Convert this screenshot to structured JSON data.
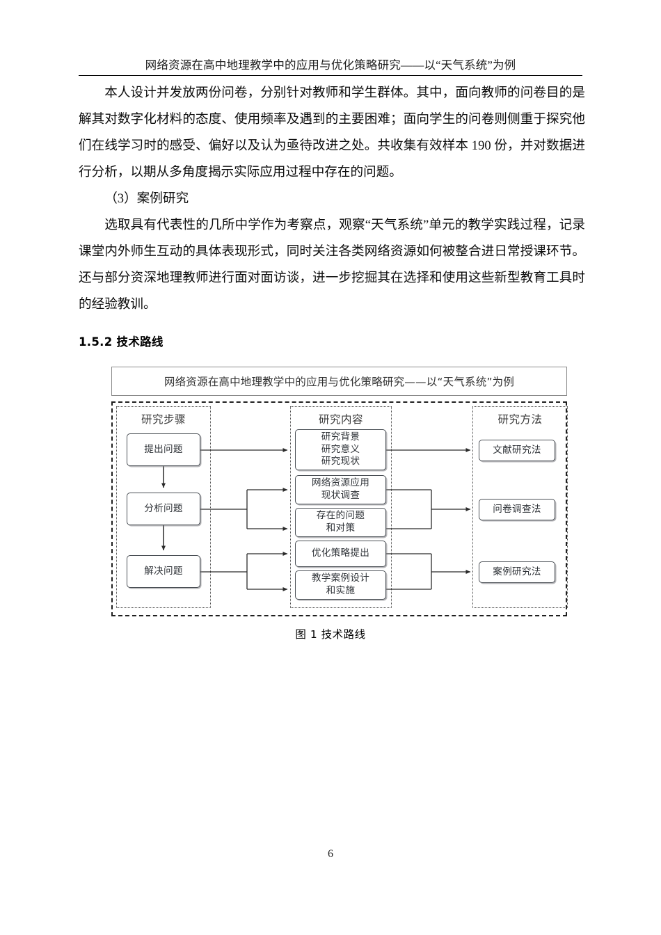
{
  "header": {
    "running_title": "网络资源在高中地理教学中的应用与优化策略研究——以“天气系统”为例"
  },
  "body": {
    "paragraphs": [
      "本人设计并发放两份问卷，分别针对教师和学生群体。其中，面向教师的问卷目的是解其对数字化材料的态度、使用频率及遇到的主要困难；面向学生的问卷则侧重于探究他们在线学习时的感受、偏好以及认为亟待改进之处。共收集有效样本 190 份，并对数据进行分析，以期从多角度揭示实际应用过程中存在的问题。",
      "（3）案例研究",
      "选取具有代表性的几所中学作为考察点，观察“天气系统”单元的教学实践过程，记录课堂内外师生互动的具体表现形式，同时关注各类网络资源如何被整合进日常授课环节。还与部分资深地理教师进行面对面访谈，进一步挖掘其在选择和使用这些新型教育工具时的经验教训。"
    ]
  },
  "section": {
    "heading": "1.5.2 技术路线"
  },
  "figure": {
    "title": "网络资源在高中地理教学中的应用与优化策略研究——以“天气系统”为例",
    "caption": "图 1  技术路线",
    "columns": [
      {
        "label": "研究步骤"
      },
      {
        "label": "研究内容"
      },
      {
        "label": "研究方法"
      }
    ],
    "steps": [
      {
        "label": "提出问题"
      },
      {
        "label": "分析问题"
      },
      {
        "label": "解决问题"
      }
    ],
    "contents": [
      {
        "lines": [
          "研究背景",
          "研究意义",
          "研究现状"
        ]
      },
      {
        "lines": [
          "网络资源应用",
          "现状调查"
        ]
      },
      {
        "lines": [
          "存在的问题",
          "和对策"
        ]
      },
      {
        "lines": [
          "优化策略提出"
        ]
      },
      {
        "lines": [
          "教学案例设计",
          "和实施"
        ]
      }
    ],
    "methods": [
      {
        "label": "文献研究法"
      },
      {
        "label": "问卷调查法"
      },
      {
        "label": "案例研究法"
      }
    ],
    "colors": {
      "node_border": "#4a4f55",
      "outer_dash": "#1f1f1f",
      "column_dot": "#4a4a4a",
      "connector": "#2b2b2b",
      "title_border": "#8a8a8a"
    }
  },
  "footer": {
    "page_number": "6"
  }
}
